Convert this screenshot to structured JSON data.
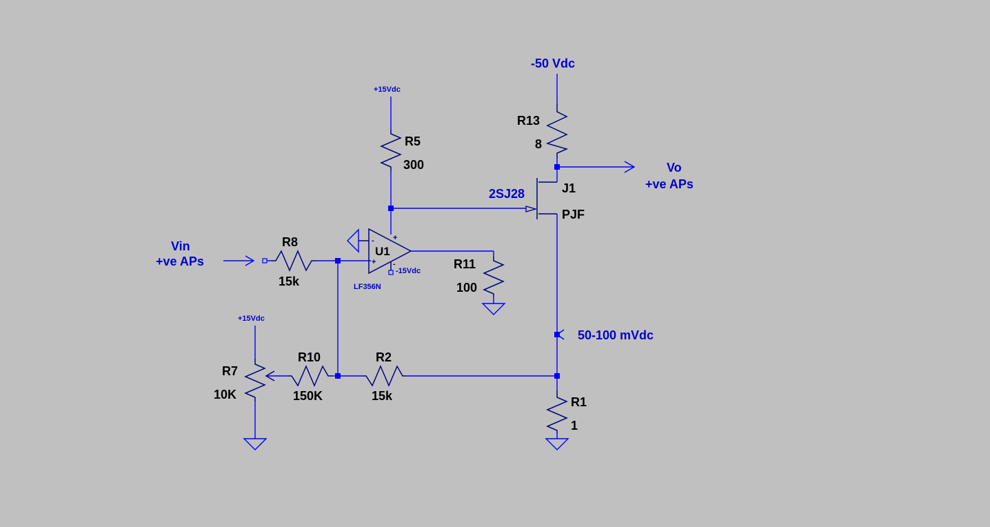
{
  "supplies": {
    "r13_supply": "-50 Vdc",
    "r5_supply": "+15Vdc",
    "r7_supply": "+15Vdc",
    "opamp_neg": "-15Vdc"
  },
  "ports": {
    "vin_name": "Vin",
    "vin_desc": "+ve APs",
    "vo_name": "Vo",
    "vo_desc": "+ve APs",
    "sense_label": "50-100 mVdc"
  },
  "components": {
    "r1": {
      "ref": "R1",
      "value": "1"
    },
    "r2": {
      "ref": "R2",
      "value": "15k"
    },
    "r5": {
      "ref": "R5",
      "value": "300"
    },
    "r7": {
      "ref": "R7",
      "value": "10K"
    },
    "r8": {
      "ref": "R8",
      "value": "15k"
    },
    "r10": {
      "ref": "R10",
      "value": "150K"
    },
    "r11": {
      "ref": "R11",
      "value": "100"
    },
    "r13": {
      "ref": "R13",
      "value": "8"
    },
    "u1": {
      "ref": "U1",
      "part": "LF356N",
      "plus": "+",
      "minus": "-"
    },
    "j1": {
      "ref": "J1",
      "part": "2SJ28",
      "model": "PJF"
    }
  }
}
